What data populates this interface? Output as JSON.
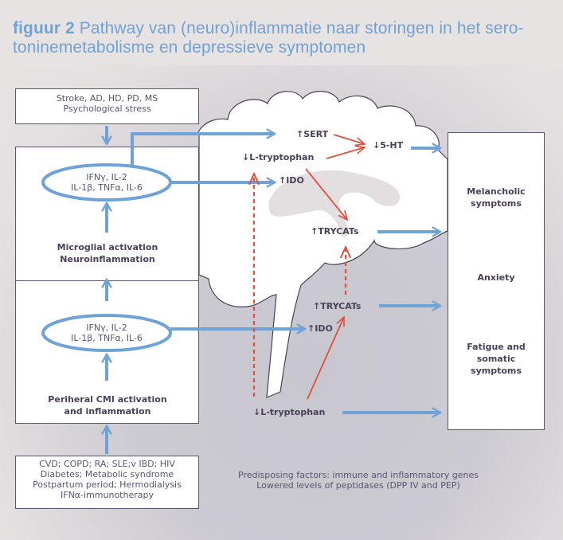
{
  "title": {
    "figure_label": "figuur 2",
    "line1": "Pathway van (neuro)inflammatie naar storingen in het sero-",
    "line2": "toninemetabolisme en depressieve symptomen"
  },
  "colors": {
    "accent_blue": "#6fa3d8",
    "arrow_red": "#e05040",
    "text_dark": "#4a4058",
    "border": "#5c5470"
  },
  "left_column": {
    "cns_triggers": {
      "line1": "Stroke, AD, HD, PD, MS",
      "line2": "Psychological stress"
    },
    "central_cytokines": {
      "line1": "IFNγ, IL-2",
      "line2": "IL-1β, TNFα, IL-6"
    },
    "central_process": {
      "line1": "Microglial activation",
      "line2": "Neuroinflammation"
    },
    "peripheral_cytokines": {
      "line1": "IFNγ, IL-2",
      "line2": "IL-1β, TNFα, IL-6"
    },
    "peripheral_process": {
      "line1": "Periheral CMI activation",
      "line2": "and inflammation"
    },
    "peripheral_triggers": {
      "line1": "CVD; COPD; RA; SLE;v IBD; HIV",
      "line2": "Diabetes; Metabolic syndrome",
      "line3": "Postpartum period; Hermodialysis",
      "line4": "IFNα-immunotherapy"
    }
  },
  "brain": {
    "sert": "↑SERT",
    "l_tryptophan_central": "↓L-tryptophan",
    "five_ht": "↓5-HT",
    "ido_central": "↑IDO",
    "trycats_central": "↑TRYCATs",
    "trycats_peripheral": "↑TRYCATs",
    "ido_peripheral": "↑IDO",
    "l_tryptophan_peripheral": "↓L-tryptophan"
  },
  "symptoms": {
    "melancholic_line1": "Melancholic",
    "melancholic_line2": "symptoms",
    "anxiety": "Anxiety",
    "fatigue_line1": "Fatigue and",
    "fatigue_line2": "somatic",
    "fatigue_line3": "symptoms"
  },
  "footer": {
    "line1": "Predisposing factors: immune and inflammatory genes",
    "line2": "Lowered levels of peptidases (DPP IV and PEP)"
  }
}
